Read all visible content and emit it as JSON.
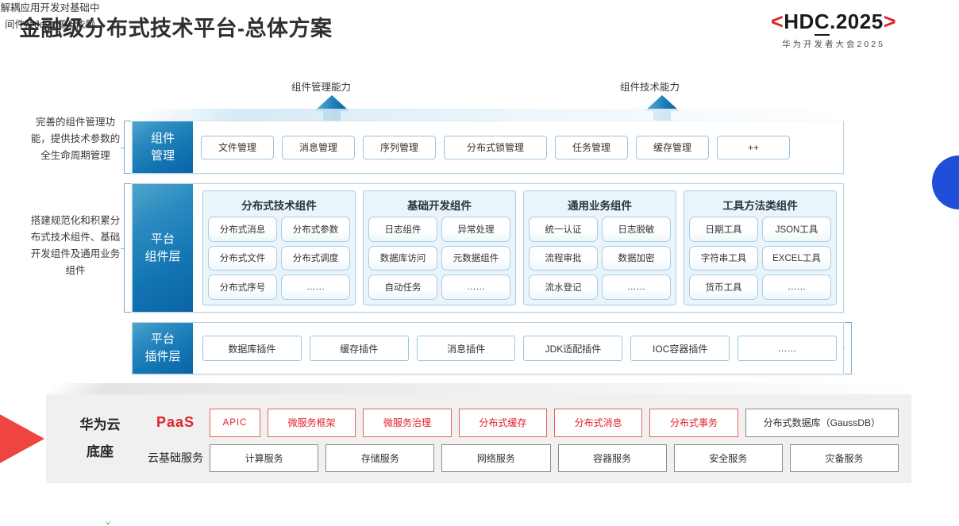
{
  "header": {
    "title": "金融级分布式技术平台-总体方案",
    "logo": {
      "bracket_left": "<",
      "bracket_right": ">",
      "text_a": "HD",
      "text_b": "C",
      "text_c": ".2025",
      "subtitle": "华为开发者大会2025",
      "accent_color": "#e1232b"
    }
  },
  "arrows": [
    {
      "label": "组件管理能力"
    },
    {
      "label": "组件技术能力"
    }
  ],
  "side_notes": {
    "left_top": "完善的组件管理功能，提供技术参数的全生命周期管理",
    "left_bottom": "搭建规范化和积累分布式技术组件、基础开发组件及通用业务组件",
    "right": "解耦应用开发对基础中间件及Java框架依赖"
  },
  "component_management": {
    "label": "组件\n管理",
    "label_line1": "组件",
    "label_line2": "管理",
    "items": [
      "文件管理",
      "消息管理",
      "序列管理",
      "分布式锁管理",
      "任务管理",
      "缓存管理",
      "++"
    ]
  },
  "platform_component_layer": {
    "label_line1": "平台",
    "label_line2": "组件层",
    "groups": [
      {
        "title": "分布式技术组件",
        "items": [
          "分布式消息",
          "分布式参数",
          "分布式文件",
          "分布式调度",
          "分布式序号",
          "……"
        ]
      },
      {
        "title": "基础开发组件",
        "items": [
          "日志组件",
          "异常处理",
          "数据库访问",
          "元数据组件",
          "自动任务",
          "……"
        ]
      },
      {
        "title": "通用业务组件",
        "items": [
          "统一认证",
          "日志脱敏",
          "流程审批",
          "数据加密",
          "流水登记",
          "……"
        ]
      },
      {
        "title": "工具方法类组件",
        "items": [
          "日期工具",
          "JSON工具",
          "字符串工具",
          "EXCEL工具",
          "货币工具",
          "……"
        ]
      }
    ]
  },
  "platform_plugin_layer": {
    "label_line1": "平台",
    "label_line2": "插件层",
    "items": [
      "数据库插件",
      "缓存插件",
      "消息插件",
      "JDK适配插件",
      "IOC容器插件",
      "……"
    ]
  },
  "cloud_base": {
    "title_line1": "华为云",
    "title_line2": "底座",
    "rows": [
      {
        "label": "PaaS",
        "label_style": "paas",
        "items": [
          {
            "text": "APIC",
            "style": "red apic"
          },
          {
            "text": "微服务框架",
            "style": "red"
          },
          {
            "text": "微服务治理",
            "style": "red"
          },
          {
            "text": "分布式缓存",
            "style": "red"
          },
          {
            "text": "分布式消息",
            "style": "red"
          },
          {
            "text": "分布式事务",
            "style": "red"
          },
          {
            "text": "分布式数据库（GaussDB）",
            "style": "wide"
          }
        ]
      },
      {
        "label": "云基础服务",
        "label_style": "plain",
        "items": [
          {
            "text": "计算服务",
            "style": ""
          },
          {
            "text": "存储服务",
            "style": ""
          },
          {
            "text": "网络服务",
            "style": ""
          },
          {
            "text": "容器服务",
            "style": ""
          },
          {
            "text": "安全服务",
            "style": ""
          },
          {
            "text": "灾备服务",
            "style": ""
          }
        ]
      }
    ]
  },
  "colors": {
    "panel_blue": "#0b63a5",
    "accent_red": "#e1232b",
    "decoration_blue": "#1f4fd8",
    "decoration_red": "#ee4540"
  }
}
